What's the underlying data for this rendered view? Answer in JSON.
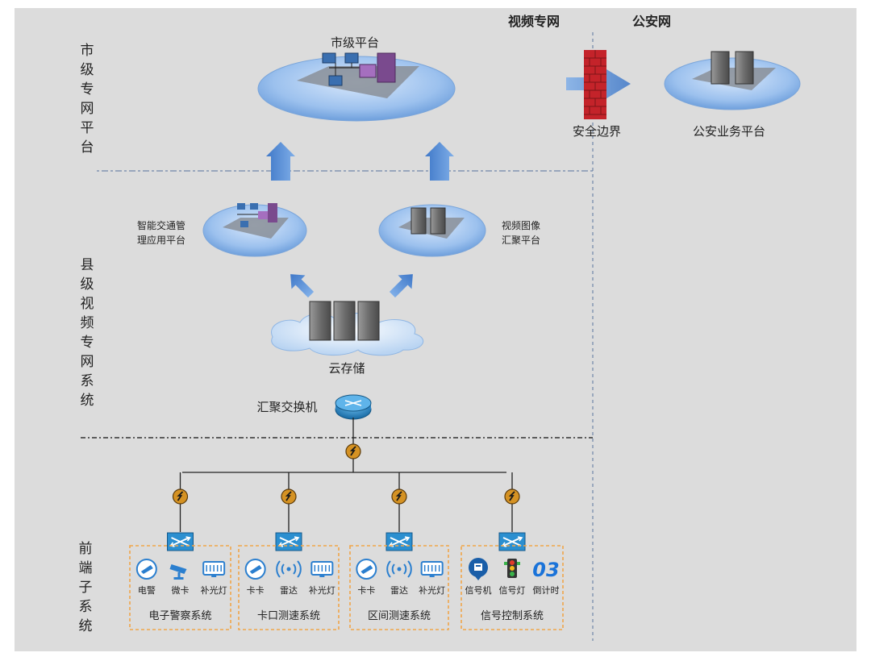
{
  "headers": {
    "video_network": "视频专网",
    "police_network": "公安网"
  },
  "tiers": {
    "city": "市级专网平台",
    "county": "县级视频专网系统",
    "frontend": "前端子系统"
  },
  "nodes": {
    "city_platform": "市级平台",
    "security_boundary": "安全边界",
    "police_platform": "公安业务平台",
    "traffic_platform_line1": "智能交通管",
    "traffic_platform_line2": "理应用平台",
    "video_platform_line1": "视频图像",
    "video_platform_line2": "汇聚平台",
    "cloud_storage": "云存储",
    "aggregation_switch": "汇聚交换机"
  },
  "subsystems": [
    {
      "name": "电子警察系统",
      "devices": [
        {
          "label": "电警",
          "icon": "camera-icon"
        },
        {
          "label": "微卡",
          "icon": "bullet-camera-icon"
        },
        {
          "label": "补光灯",
          "icon": "fill-light-icon"
        }
      ]
    },
    {
      "name": "卡口测速系统",
      "devices": [
        {
          "label": "卡卡",
          "icon": "camera-icon"
        },
        {
          "label": "雷达",
          "icon": "radar-icon"
        },
        {
          "label": "补光灯",
          "icon": "fill-light-icon"
        }
      ]
    },
    {
      "name": "区间测速系统",
      "devices": [
        {
          "label": "卡卡",
          "icon": "camera-icon"
        },
        {
          "label": "雷达",
          "icon": "radar-icon"
        },
        {
          "label": "补光灯",
          "icon": "fill-light-icon"
        }
      ]
    },
    {
      "name": "信号控制系统",
      "devices": [
        {
          "label": "信号机",
          "icon": "signal-controller-icon"
        },
        {
          "label": "信号灯",
          "icon": "traffic-light-icon"
        },
        {
          "label": "倒计时",
          "icon": "countdown-icon",
          "display": "03"
        }
      ]
    }
  ],
  "colors": {
    "background": "#dcdcdc",
    "arrow": "#5b8fd4",
    "ellipse": "#8eb8ec",
    "firewall": "#c4232a",
    "subsystem_border": "#f0a64a",
    "switch": "#2b8fd0",
    "countdown": "#1a73d9"
  }
}
